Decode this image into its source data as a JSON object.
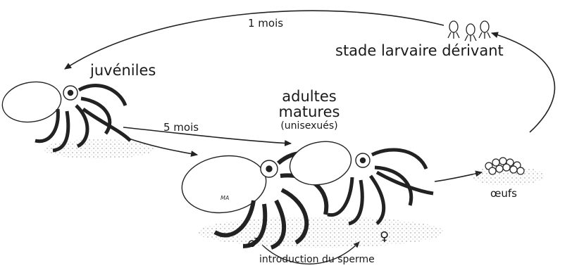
{
  "labels": {
    "month_one": "1 mois",
    "larval_stage": "stade larvaire dérivant",
    "juveniles": "juvéniles",
    "months_five": "5 mois",
    "adults_line1": "adultes",
    "adults_line2": "matures",
    "unisexual": "(unisexués)",
    "eggs": "œufs",
    "sperm_transfer": "introduction du sperme",
    "male_symbol": "♂",
    "female_symbol": "♀",
    "artist_signature": "MA"
  },
  "illustrations": [
    "juvenile-octopus",
    "mature-male-octopus",
    "mature-female-octopus",
    "drifting-larvae",
    "egg-cluster"
  ]
}
